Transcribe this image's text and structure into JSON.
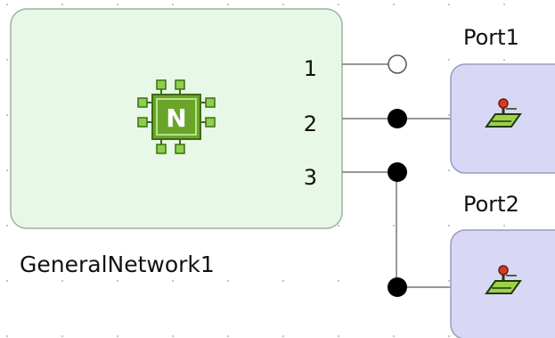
{
  "network": {
    "name": "GeneralNetwork1",
    "chip_letter": "N",
    "pins": [
      "1",
      "2",
      "3"
    ],
    "fill": "#e8f8e6",
    "stroke": "#9ab39a"
  },
  "ports": [
    {
      "label": "Port1",
      "icon": "port-probe-icon",
      "fill": "#d8d8f6"
    },
    {
      "label": "Port2",
      "icon": "port-probe-icon",
      "fill": "#d8d8f6"
    }
  ],
  "connections": {
    "pin1": "open-terminal",
    "pin2": "Port1",
    "pin3": "Port2"
  },
  "colors": {
    "wire": "#777777",
    "node": "#000000",
    "chip_green": "#6aa52a",
    "chip_dark": "#3d6d12",
    "probe_red": "#d43c2a",
    "probe_green": "#9fd14a"
  }
}
